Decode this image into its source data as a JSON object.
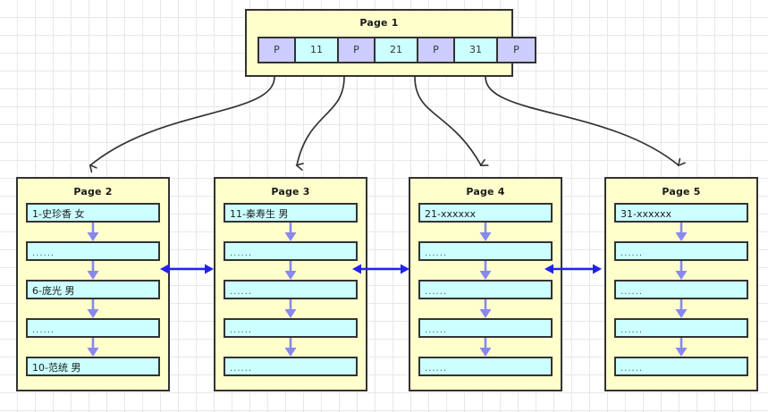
{
  "diagram": {
    "title": "B+Tree index structure",
    "background": "#ffffff",
    "grid_color": "#e8e8e8",
    "page_fill": "#ffffcc",
    "page_border": "#333333",
    "pointer_cell_fill": "#ccccff",
    "key_cell_fill": "#ccffff",
    "row_fill": "#ccffff",
    "inner_arrow_color": "#8888ee",
    "sibling_arrow_color": "#2222ee",
    "connector_color": "#333333"
  },
  "root": {
    "title": "Page 1",
    "cells": [
      {
        "label": "P",
        "type": "pointer"
      },
      {
        "label": "11",
        "type": "key"
      },
      {
        "label": "P",
        "type": "pointer"
      },
      {
        "label": "21",
        "type": "key"
      },
      {
        "label": "P",
        "type": "pointer"
      },
      {
        "label": "31",
        "type": "key"
      },
      {
        "label": "P",
        "type": "pointer"
      }
    ]
  },
  "leaves": [
    {
      "title": "Page 2",
      "rows": [
        {
          "text": "1-史珍香 女",
          "placeholder": false
        },
        {
          "text": "......",
          "placeholder": true
        },
        {
          "text": "6-庞光 男",
          "placeholder": false
        },
        {
          "text": "......",
          "placeholder": true
        },
        {
          "text": "10-范统 男",
          "placeholder": false
        }
      ]
    },
    {
      "title": "Page 3",
      "rows": [
        {
          "text": "11-秦寿生 男",
          "placeholder": false
        },
        {
          "text": "......",
          "placeholder": true
        },
        {
          "text": "......",
          "placeholder": true
        },
        {
          "text": "......",
          "placeholder": true
        },
        {
          "text": "......",
          "placeholder": true
        }
      ]
    },
    {
      "title": "Page 4",
      "rows": [
        {
          "text": "21-xxxxxx",
          "placeholder": false
        },
        {
          "text": "......",
          "placeholder": true
        },
        {
          "text": "......",
          "placeholder": true
        },
        {
          "text": "......",
          "placeholder": true
        },
        {
          "text": "......",
          "placeholder": true
        }
      ]
    },
    {
      "title": "Page 5",
      "rows": [
        {
          "text": "31-xxxxxx",
          "placeholder": false
        },
        {
          "text": "......",
          "placeholder": true
        },
        {
          "text": "......",
          "placeholder": true
        },
        {
          "text": "......",
          "placeholder": true
        },
        {
          "text": "......",
          "placeholder": true
        }
      ]
    }
  ]
}
